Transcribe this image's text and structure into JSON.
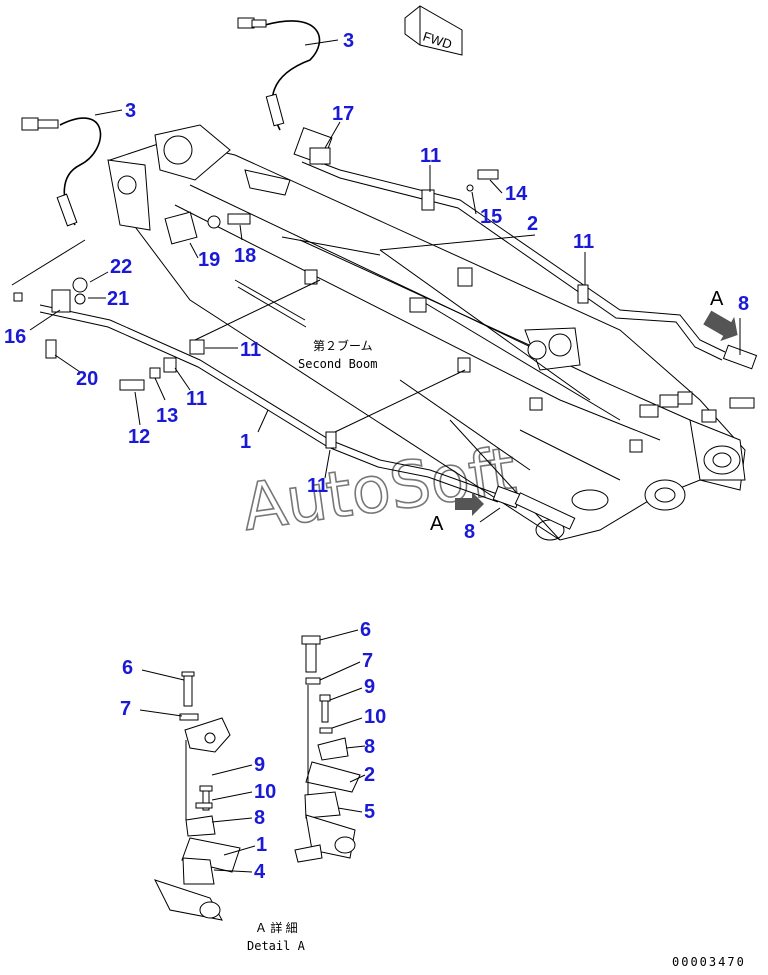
{
  "fwd_label": "FWD",
  "boom_label_jp": "第２ブーム",
  "boom_label_en": "Second Boom",
  "detail_label_jp": "Ａ 詳 細",
  "detail_label_en": "Detail A",
  "view_marker": "A",
  "watermark": "AutoSoft",
  "drawing_number": "00003470",
  "label_color": "#1a1ad6",
  "callouts": [
    {
      "id": "c3a",
      "text": "3"
    },
    {
      "id": "c3b",
      "text": "3"
    },
    {
      "id": "c17",
      "text": "17"
    },
    {
      "id": "c11a",
      "text": "11"
    },
    {
      "id": "c14",
      "text": "14"
    },
    {
      "id": "c15",
      "text": "15"
    },
    {
      "id": "c2",
      "text": "2"
    },
    {
      "id": "c11b",
      "text": "11"
    },
    {
      "id": "c8a",
      "text": "8"
    },
    {
      "id": "c19",
      "text": "19"
    },
    {
      "id": "c18",
      "text": "18"
    },
    {
      "id": "c22",
      "text": "22"
    },
    {
      "id": "c21",
      "text": "21"
    },
    {
      "id": "c16",
      "text": "16"
    },
    {
      "id": "c20",
      "text": "20"
    },
    {
      "id": "c11c",
      "text": "11"
    },
    {
      "id": "c13",
      "text": "13"
    },
    {
      "id": "c11d",
      "text": "11"
    },
    {
      "id": "c12",
      "text": "12"
    },
    {
      "id": "c1",
      "text": "1"
    },
    {
      "id": "c11e",
      "text": "11"
    },
    {
      "id": "c8b",
      "text": "8"
    },
    {
      "id": "d6a",
      "text": "6"
    },
    {
      "id": "d7a",
      "text": "7"
    },
    {
      "id": "d9a",
      "text": "9"
    },
    {
      "id": "d10a",
      "text": "10"
    },
    {
      "id": "d8a",
      "text": "8"
    },
    {
      "id": "d1",
      "text": "1"
    },
    {
      "id": "d4",
      "text": "4"
    },
    {
      "id": "d6b",
      "text": "6"
    },
    {
      "id": "d7b",
      "text": "7"
    },
    {
      "id": "d9b",
      "text": "9"
    },
    {
      "id": "d10b",
      "text": "10"
    },
    {
      "id": "d8b",
      "text": "8"
    },
    {
      "id": "d2",
      "text": "2"
    },
    {
      "id": "d5",
      "text": "5"
    }
  ]
}
